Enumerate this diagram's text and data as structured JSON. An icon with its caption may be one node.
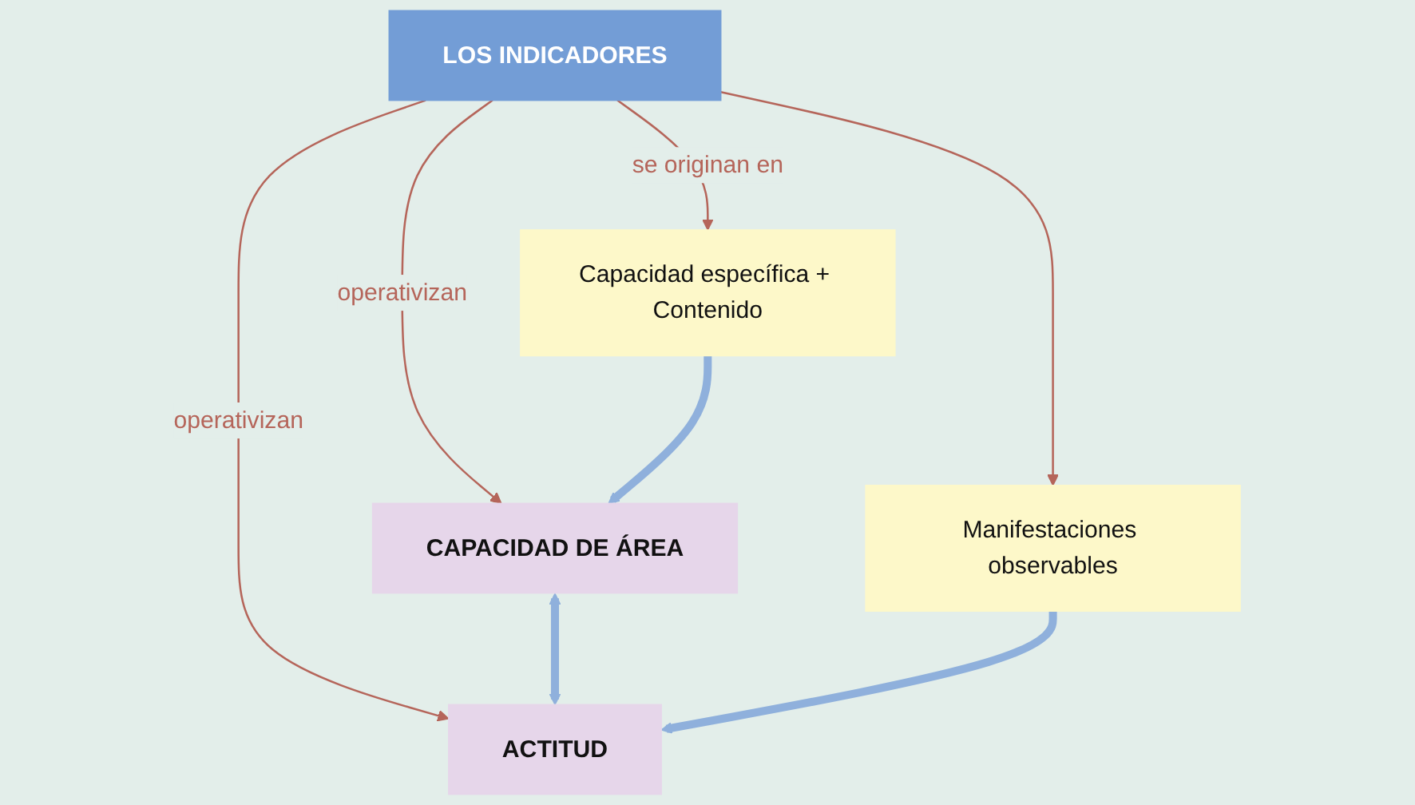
{
  "diagram": {
    "nodes": [
      {
        "text": [
          "LOS INDICADORES"
        ]
      },
      {
        "text": [
          "CAPACIDAD DE ÁREA"
        ]
      },
      {
        "text": [
          "ACTITUD"
        ]
      },
      {
        "text": [
          "Capacidad específica + Contenido"
        ]
      },
      {
        "text": [
          "Manifestaciones observables"
        ]
      }
    ],
    "edges": [
      {
        "from": 0,
        "to": 1,
        "arrow": "to",
        "label": "operativizan",
        "color": "#b5655a"
      },
      {
        "from": 0,
        "to": 2,
        "arrow": "to",
        "label": "operativizan",
        "color": "#b5655a"
      },
      {
        "from": 1,
        "to": 2,
        "arrow": "both",
        "style": "thick",
        "color": "#8fb0dc"
      },
      {
        "from": 3,
        "to": 1,
        "arrow": "to",
        "style": "thick",
        "color": "#8fb0dc"
      },
      {
        "from": 4,
        "to": 2,
        "arrow": "to",
        "style": "thick",
        "color": "#8fb0dc"
      },
      {
        "from": 0,
        "to": 3,
        "arrow": "to",
        "label": "se originan en",
        "color": "#b5655a"
      },
      {
        "from": 0,
        "to": 4,
        "arrow": "to",
        "color": "#b5655a"
      }
    ]
  }
}
